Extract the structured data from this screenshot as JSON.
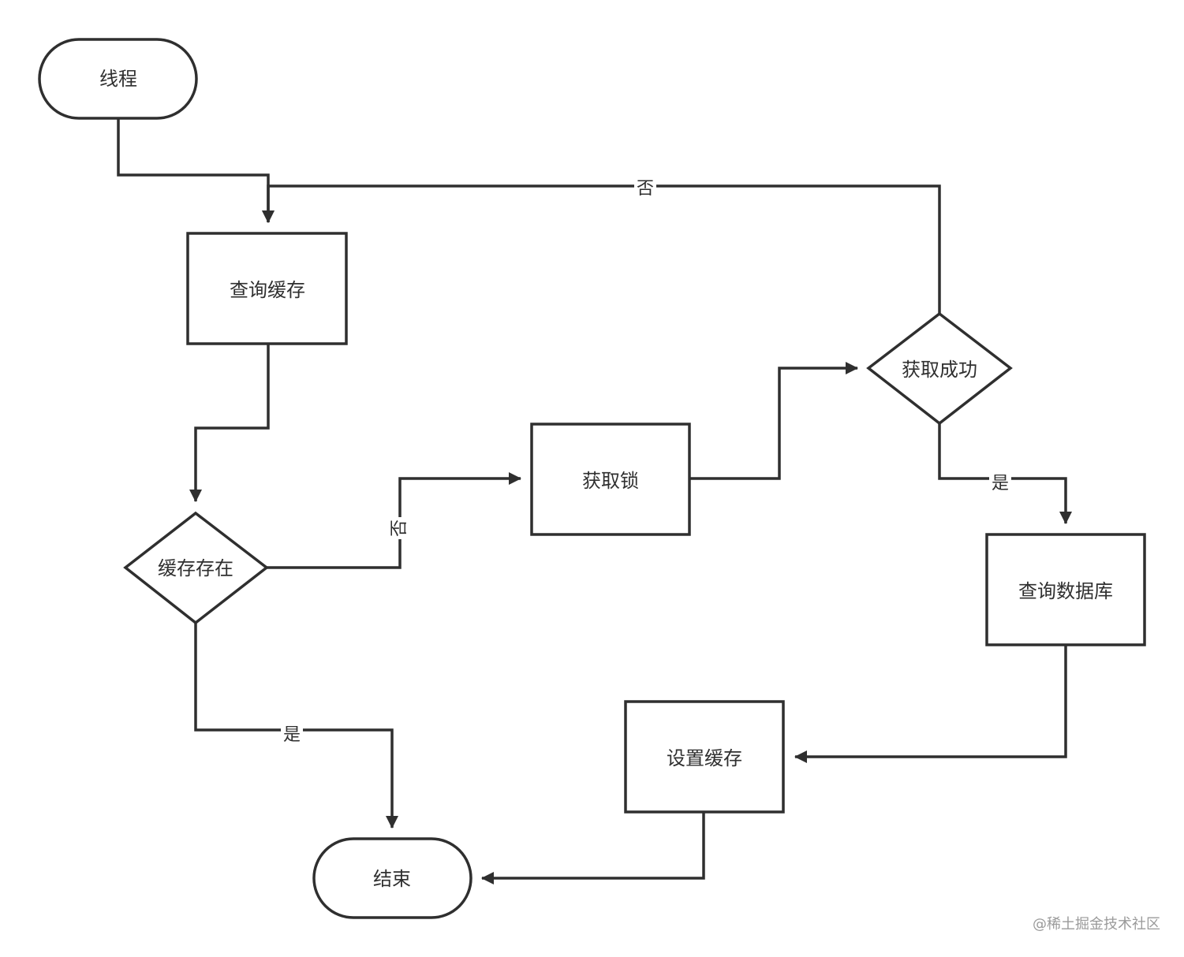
{
  "nodes": {
    "thread": "线程",
    "query_cache": "查询缓存",
    "cache_exists": "缓存存在",
    "acquire_lock": "获取锁",
    "acquire_success": "获取成功",
    "query_db": "查询数据库",
    "set_cache": "设置缓存",
    "end": "结束"
  },
  "edge_labels": {
    "cache_exists_no": "否",
    "cache_exists_yes": "是",
    "acquire_success_no": "否",
    "acquire_success_yes": "是"
  },
  "watermark": "@稀土掘金技术社区",
  "colors": {
    "stroke": "#2f2f2f",
    "background": "#ffffff",
    "watermark": "#9a9a9a"
  }
}
